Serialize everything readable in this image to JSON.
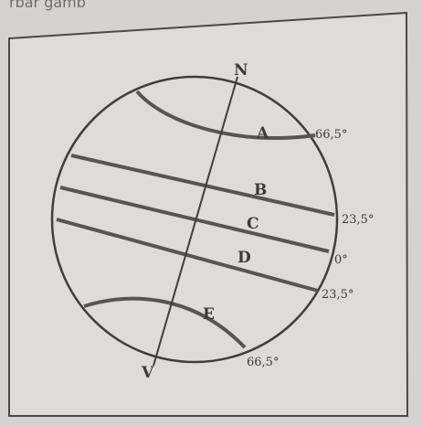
{
  "diagram": {
    "header_fragment": "rbar gamb",
    "poles": {
      "north": "N",
      "south": "V"
    },
    "zone_labels": {
      "a": "A",
      "b": "B",
      "c": "C",
      "d": "D",
      "e": "E"
    },
    "latitudes": {
      "arctic": "66,5°",
      "cancer": "23,5°",
      "equator": "0°",
      "capricorn": "23,5°",
      "antarctic": "66,5°"
    }
  }
}
